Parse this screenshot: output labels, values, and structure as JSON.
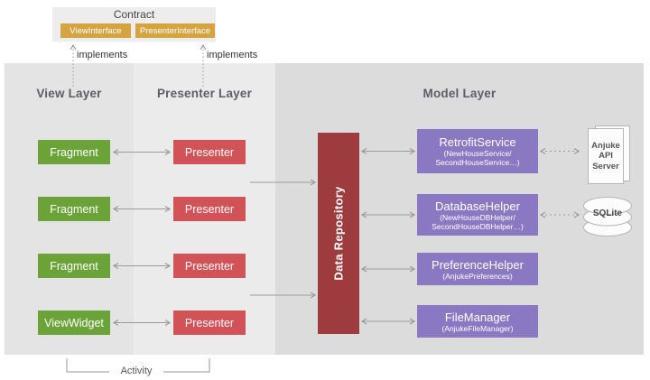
{
  "colors": {
    "view_box_green": "#6ba339",
    "presenter_box_red": "#d15257",
    "repository_dark_red": "#9e3b3e",
    "model_box_purple": "#8b78c2",
    "interface_box_orange": "#d5a441",
    "view_panel_gray": "#e4e4e4",
    "presenter_panel_gray": "#ebebeb",
    "model_panel_gray": "#dcdcdc",
    "arrow_gray": "#9b9b9b"
  },
  "contract": {
    "title": "Contract",
    "interfaces": [
      {
        "label": "ViewInterface"
      },
      {
        "label": "PresenterInterface"
      }
    ],
    "implements_label": "implements"
  },
  "layers": [
    {
      "title": "View Layer"
    },
    {
      "title": "Presenter Layer"
    },
    {
      "title": "Model Layer"
    }
  ],
  "view_layer_boxes": [
    {
      "label": "Fragment"
    },
    {
      "label": "Fragment"
    },
    {
      "label": "Fragment"
    },
    {
      "label": "ViewWidget"
    }
  ],
  "presenter_layer_boxes": [
    {
      "label": "Presenter"
    },
    {
      "label": "Presenter"
    },
    {
      "label": "Presenter"
    },
    {
      "label": "Presenter"
    }
  ],
  "repository": {
    "label": "Data Repository"
  },
  "model_layer_boxes": [
    {
      "title": "RetrofitService",
      "subtitle_lines": [
        "(NewHouseService/",
        "SecondHouseService…)"
      ]
    },
    {
      "title": "DatabaseHelper",
      "subtitle_lines": [
        "(NewHouseDBHelper/",
        "SecondHouseDBHelper…)"
      ]
    },
    {
      "title": "PreferenceHelper",
      "subtitle_lines": [
        "(AnjukePreferences)"
      ]
    },
    {
      "title": "FileManager",
      "subtitle_lines": [
        "(AnjukeFileManager)"
      ]
    }
  ],
  "externals": {
    "api_server": {
      "lines": [
        "Anjuke",
        "API",
        "Server"
      ]
    },
    "database": {
      "label": "SQLite"
    }
  },
  "activity_label": "Activity"
}
